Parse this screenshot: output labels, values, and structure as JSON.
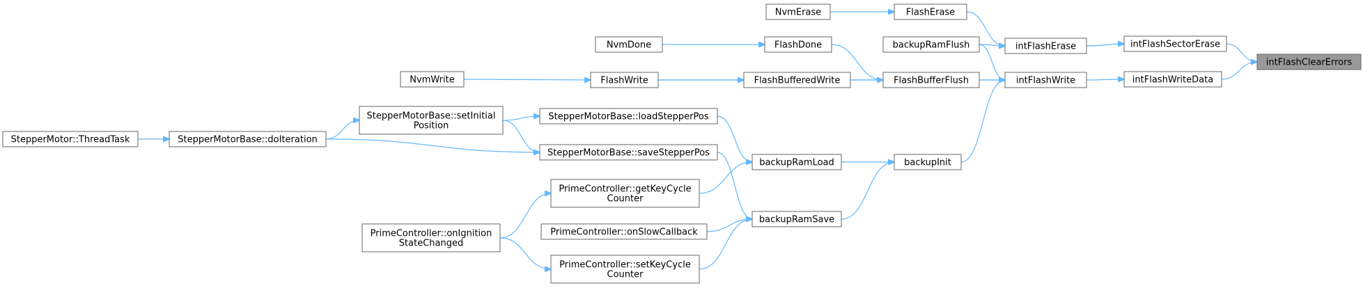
{
  "nodes": {
    "root": {
      "lines": [
        "intFlashClearErrors"
      ],
      "root": true
    },
    "sector": {
      "lines": [
        "intFlashSectorErase"
      ]
    },
    "writedata": {
      "lines": [
        "intFlashWriteData"
      ]
    },
    "erase": {
      "lines": [
        "intFlashErase"
      ]
    },
    "write": {
      "lines": [
        "intFlashWrite"
      ]
    },
    "flasherase": {
      "lines": [
        "FlashErase"
      ]
    },
    "nvmerase": {
      "lines": [
        "NvmErase"
      ]
    },
    "ramflush": {
      "lines": [
        "backupRamFlush"
      ]
    },
    "bufflush": {
      "lines": [
        "FlashBufferFlush"
      ]
    },
    "flashdone": {
      "lines": [
        "FlashDone"
      ]
    },
    "nvmdone": {
      "lines": [
        "NvmDone"
      ]
    },
    "bufwrite": {
      "lines": [
        "FlashBufferedWrite"
      ]
    },
    "flashwrite": {
      "lines": [
        "FlashWrite"
      ]
    },
    "nvmwrite": {
      "lines": [
        "NvmWrite"
      ]
    },
    "binit": {
      "lines": [
        "backupInit"
      ]
    },
    "ramload": {
      "lines": [
        "backupRamLoad"
      ]
    },
    "ramsave": {
      "lines": [
        "backupRamSave"
      ]
    },
    "loadpos": {
      "lines": [
        "StepperMotorBase::loadStepperPos"
      ]
    },
    "savepos": {
      "lines": [
        "StepperMotorBase::saveStepperPos"
      ]
    },
    "setinit": {
      "lines": [
        "StepperMotorBase::setInitial",
        "Position"
      ]
    },
    "doiter": {
      "lines": [
        "StepperMotorBase::doIteration"
      ]
    },
    "thread": {
      "lines": [
        "StepperMotor::ThreadTask"
      ]
    },
    "getkey": {
      "lines": [
        "PrimeController::getKeyCycle",
        "Counter"
      ]
    },
    "slowcb": {
      "lines": [
        "PrimeController::onSlowCallback"
      ]
    },
    "setkey": {
      "lines": [
        "PrimeController::setKeyCycle",
        "Counter"
      ]
    },
    "ignition": {
      "lines": [
        "PrimeController::onIgnition",
        "StateChanged"
      ]
    }
  },
  "edges": [
    [
      "sector",
      "root"
    ],
    [
      "writedata",
      "root"
    ],
    [
      "erase",
      "sector"
    ],
    [
      "write",
      "writedata"
    ],
    [
      "flasherase",
      "erase"
    ],
    [
      "ramflush",
      "erase"
    ],
    [
      "nvmerase",
      "flasherase"
    ],
    [
      "ramflush",
      "write"
    ],
    [
      "bufflush",
      "write"
    ],
    [
      "flashwrite",
      "write"
    ],
    [
      "binit",
      "write"
    ],
    [
      "flashdone",
      "bufflush"
    ],
    [
      "bufwrite",
      "bufflush"
    ],
    [
      "nvmdone",
      "flashdone"
    ],
    [
      "flashwrite",
      "bufwrite"
    ],
    [
      "nvmwrite",
      "flashwrite"
    ],
    [
      "ramload",
      "binit"
    ],
    [
      "ramsave",
      "binit"
    ],
    [
      "loadpos",
      "ramload"
    ],
    [
      "getkey",
      "ramload"
    ],
    [
      "savepos",
      "ramsave"
    ],
    [
      "slowcb",
      "ramsave"
    ],
    [
      "setkey",
      "ramsave"
    ],
    [
      "setinit",
      "loadpos"
    ],
    [
      "setinit",
      "savepos"
    ],
    [
      "doiter",
      "setinit"
    ],
    [
      "doiter",
      "savepos"
    ],
    [
      "thread",
      "doiter"
    ],
    [
      "ignition",
      "getkey"
    ],
    [
      "ignition",
      "setkey"
    ]
  ]
}
